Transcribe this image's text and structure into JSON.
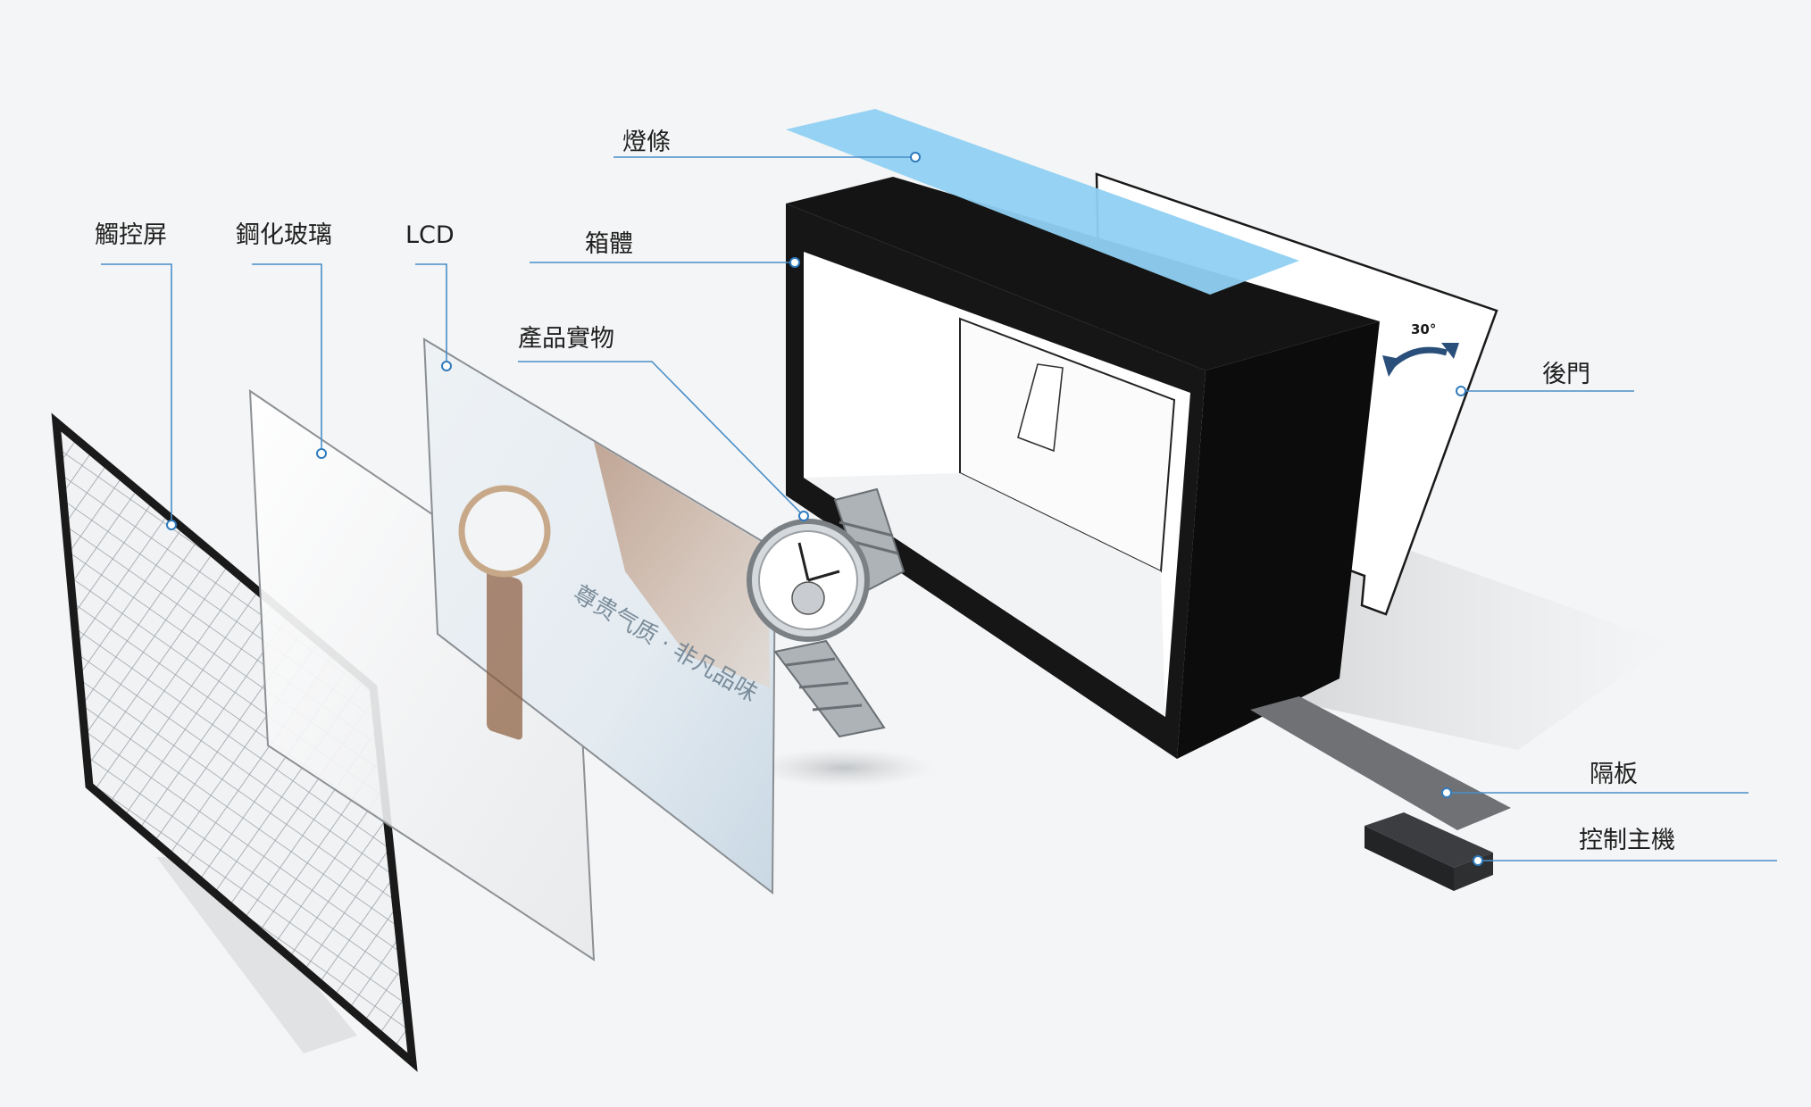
{
  "labels": {
    "touch_screen": "觸控屏",
    "tempered_glass": "鋼化玻璃",
    "lcd": "LCD",
    "light_strip": "燈條",
    "cabinet": "箱體",
    "product": "產品實物",
    "back_door": "後門",
    "partition": "隔板",
    "control_host": "控制主機",
    "angle": "30°"
  },
  "lcd_ad_text": "尊贵气质 · 非凡品味",
  "colors": {
    "accent": "#4a8fc8",
    "light_strip": "#8fd0f2",
    "cabinet": "#111111",
    "background": "#f4f5f6"
  }
}
